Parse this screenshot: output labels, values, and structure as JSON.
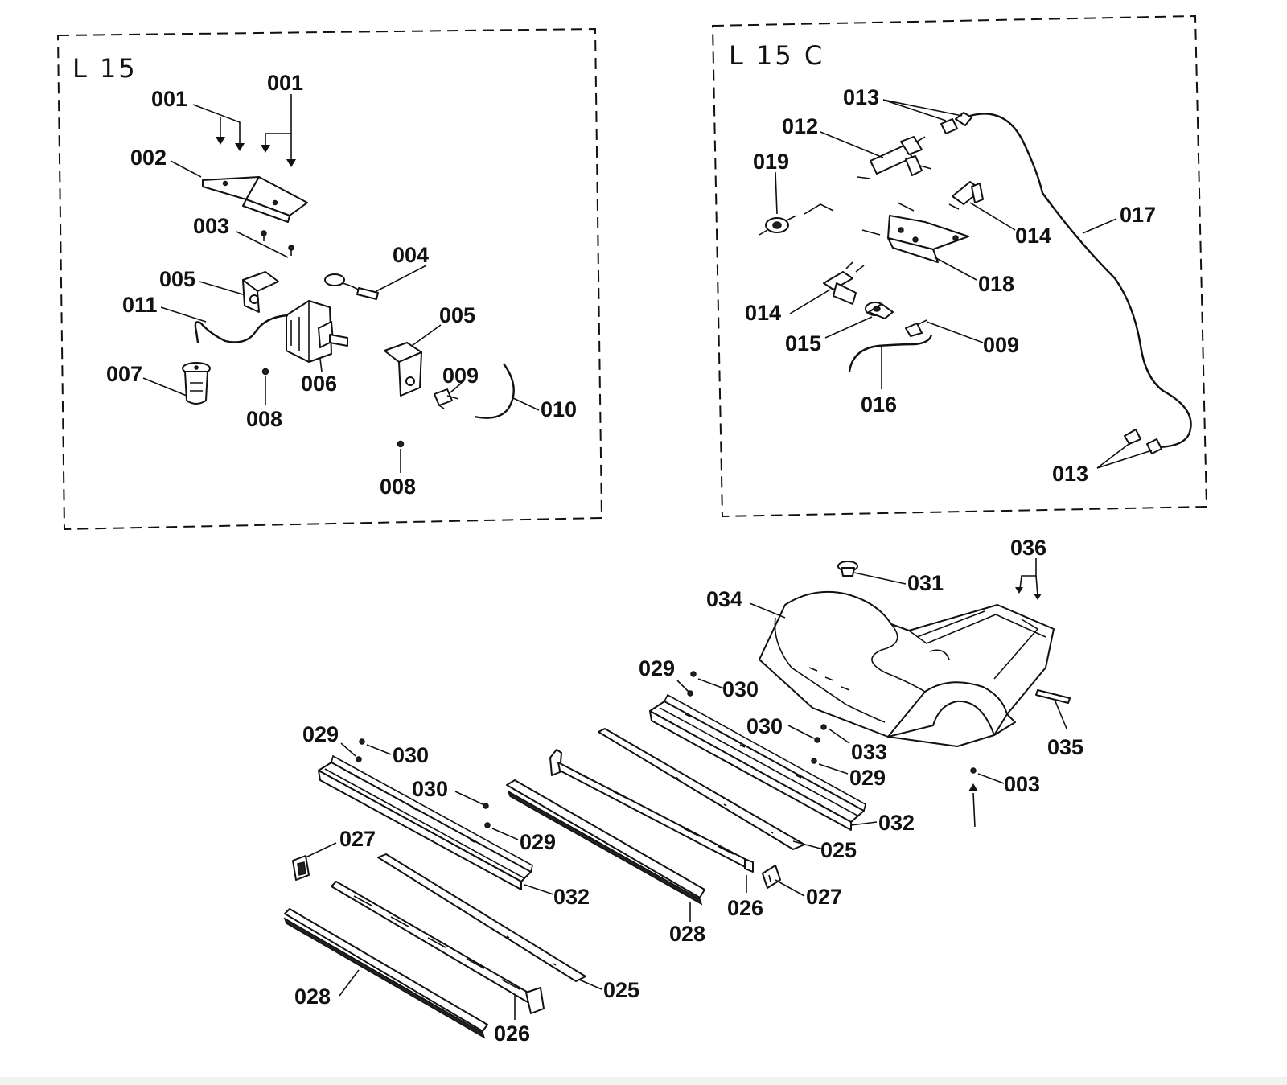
{
  "sections": [
    {
      "id": "L15",
      "label": "L 15"
    },
    {
      "id": "L15C",
      "label": "L 15 C"
    }
  ],
  "callouts": {
    "l15": {
      "p001a": "001",
      "p001b": "001",
      "p002": "002",
      "p003": "003",
      "p004": "004",
      "p005a": "005",
      "p005b": "005",
      "p006": "006",
      "p007": "007",
      "p008a": "008",
      "p008b": "008",
      "p009": "009",
      "p010": "010",
      "p011": "011"
    },
    "l15c": {
      "p012": "012",
      "p013a": "013",
      "p013b": "013",
      "p014a": "014",
      "p014b": "014",
      "p015": "015",
      "p016": "016",
      "p017": "017",
      "p018": "018",
      "p019": "019",
      "p009": "009"
    },
    "main": {
      "p031": "031",
      "p036": "036",
      "p034": "034",
      "p029a": "029",
      "p030a": "030",
      "p035": "035",
      "p030b": "030",
      "p033": "033",
      "p029b": "029",
      "p003": "003",
      "p029c": "029",
      "p030c": "030",
      "p030d": "030",
      "p032a": "032",
      "p025a": "025",
      "p029d": "029",
      "p027a": "027",
      "p032b": "032",
      "p026a": "026",
      "p027b": "027",
      "p028a": "028",
      "p025b": "025",
      "p028b": "028",
      "p026b": "026"
    }
  }
}
